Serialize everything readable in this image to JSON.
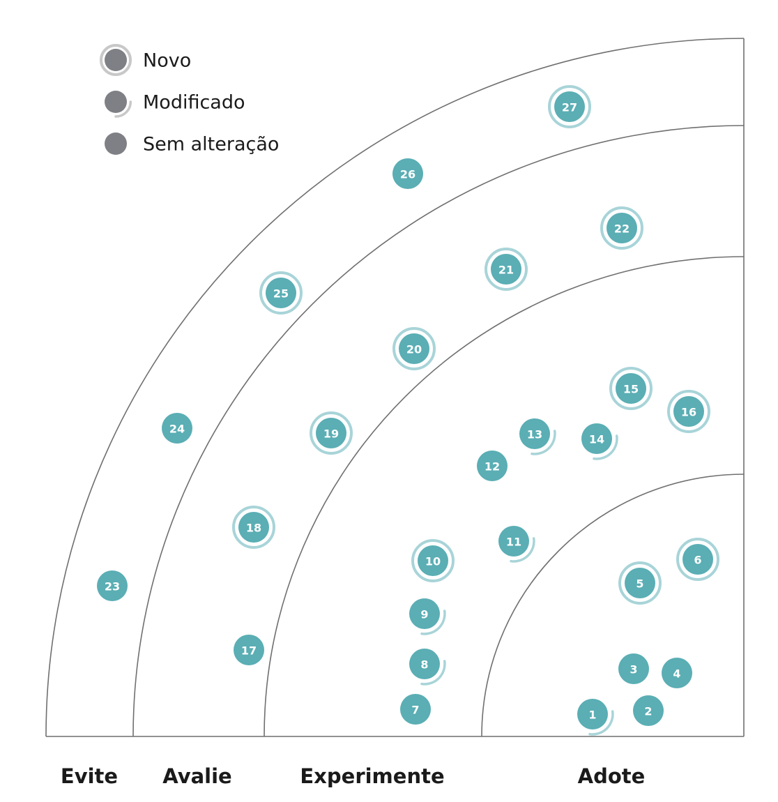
{
  "legend": {
    "new_label": "Novo",
    "modified_label": "Modificado",
    "unchanged_label": "Sem alteração"
  },
  "rings": [
    {
      "key": "adopt",
      "label": "Adote"
    },
    {
      "key": "trial",
      "label": "Experimente"
    },
    {
      "key": "assess",
      "label": "Avalie"
    },
    {
      "key": "hold",
      "label": "Evite"
    }
  ],
  "colors": {
    "blip": "#5aaeb4",
    "blip_halo": "#a8d4d8",
    "legend_dot": "#7f8085",
    "legend_halo": "#c8c8c8",
    "ring_line": "#6f6f6f",
    "text": "#1a1a1a"
  },
  "blips": [
    {
      "number": "1",
      "status": "modified",
      "ring": "adopt"
    },
    {
      "number": "2",
      "status": "unchanged",
      "ring": "adopt"
    },
    {
      "number": "3",
      "status": "unchanged",
      "ring": "adopt"
    },
    {
      "number": "4",
      "status": "unchanged",
      "ring": "adopt"
    },
    {
      "number": "5",
      "status": "new",
      "ring": "adopt"
    },
    {
      "number": "6",
      "status": "new",
      "ring": "adopt"
    },
    {
      "number": "7",
      "status": "unchanged",
      "ring": "trial"
    },
    {
      "number": "8",
      "status": "modified",
      "ring": "trial"
    },
    {
      "number": "9",
      "status": "modified",
      "ring": "trial"
    },
    {
      "number": "10",
      "status": "new",
      "ring": "trial"
    },
    {
      "number": "11",
      "status": "modified",
      "ring": "trial"
    },
    {
      "number": "12",
      "status": "unchanged",
      "ring": "trial"
    },
    {
      "number": "13",
      "status": "modified",
      "ring": "trial"
    },
    {
      "number": "14",
      "status": "modified",
      "ring": "trial"
    },
    {
      "number": "15",
      "status": "new",
      "ring": "trial"
    },
    {
      "number": "16",
      "status": "new",
      "ring": "trial"
    },
    {
      "number": "17",
      "status": "unchanged",
      "ring": "assess"
    },
    {
      "number": "18",
      "status": "new",
      "ring": "assess"
    },
    {
      "number": "19",
      "status": "new",
      "ring": "assess"
    },
    {
      "number": "20",
      "status": "new",
      "ring": "assess"
    },
    {
      "number": "21",
      "status": "new",
      "ring": "assess"
    },
    {
      "number": "22",
      "status": "new",
      "ring": "assess"
    },
    {
      "number": "23",
      "status": "unchanged",
      "ring": "hold"
    },
    {
      "number": "24",
      "status": "unchanged",
      "ring": "hold"
    },
    {
      "number": "25",
      "status": "new",
      "ring": "hold"
    },
    {
      "number": "26",
      "status": "unchanged",
      "ring": "hold"
    },
    {
      "number": "27",
      "status": "new",
      "ring": "hold"
    }
  ]
}
